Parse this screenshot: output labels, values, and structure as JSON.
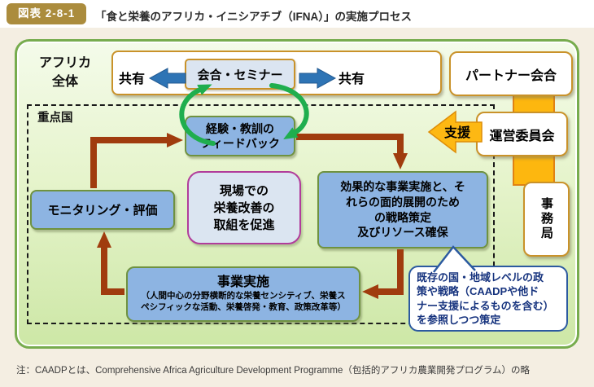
{
  "header": {
    "badge": "図表 2-8-1",
    "title": "「食と栄養のアフリカ・イニシアチブ（IFNA）」の実施プロセス"
  },
  "labels": {
    "africa_scope_line1": "アフリカ",
    "africa_scope_line2": "全体",
    "focus_countries": "重点国",
    "share_left": "共有",
    "share_right": "共有",
    "support": "支援"
  },
  "boxes": {
    "meeting_seminar": "会合・セミナー",
    "partner_meeting": "パートナー会合",
    "steering_committee": "運営委員会",
    "secretariat": "事務局",
    "feedback": {
      "lines": [
        "経験・教訓の",
        "フィードバック"
      ]
    },
    "monitoring": "モニタリング・評価",
    "field_promotion": {
      "lines": [
        "現場での",
        "栄養改善の",
        "取組を促進"
      ]
    },
    "strategy": {
      "lines": [
        "効果的な事業実施と、そ",
        "れらの面的展開のため",
        "の戦略策定",
        "及びリソース確保"
      ]
    },
    "implementation": {
      "title": "事業実施",
      "lines": [
        "（人間中心の分野横断的な栄養センシティブ、栄養ス",
        "ペシフィックな活動、栄養啓発・教育、政策改革等）"
      ]
    },
    "callout": {
      "lines": [
        "既存の国・地域レベルの政",
        "策や戦略（CAADPや他ド",
        "ナー支援によるものを含む）",
        "を参照しつつ策定"
      ]
    }
  },
  "footnote": "注：CAADPとは、Comprehensive Africa Agriculture Development Programme（包括的アフリカ農業開発プログラム）の略",
  "colors": {
    "badge_gold": "#AB8C3D",
    "panel_green_border": "#77AC4E",
    "box_border_orange": "#C9922A",
    "box_blue_fill": "#8DB4E2",
    "olive_border": "#6F9240",
    "purple_border": "#B13C9B",
    "cycle_arrow_red": "#A03C0E",
    "loop_arrow_green": "#1FAE4E",
    "share_arrow_blue": "#2E74B5",
    "support_orange": "#FDB813",
    "callout_blue": "#2C5AA0"
  }
}
